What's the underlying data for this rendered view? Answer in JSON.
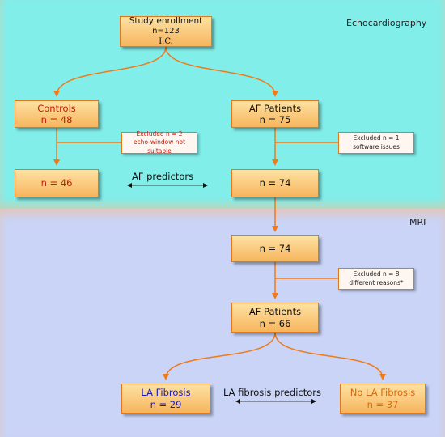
{
  "panels": {
    "echo_label": "Echocardiography",
    "mri_label": "MRI"
  },
  "enrollment": {
    "line1": "Study enrollment",
    "line2": "n=123",
    "line3": "I.C."
  },
  "controls": {
    "title": "Controls",
    "count": "n = 48"
  },
  "af_patients_echo": {
    "title": "AF Patients",
    "count": "n = 75"
  },
  "excluded_controls": {
    "line1": "Excluded n = 2",
    "line2": "echo-window not suitable"
  },
  "excluded_af": {
    "line1": "Excluded n = 1",
    "line2": "software issues"
  },
  "controls_final": {
    "count": "n = 46"
  },
  "af_final_echo": {
    "count": "n = 74"
  },
  "af_predictors": "AF predictors",
  "mri_entry": {
    "count": "n = 74"
  },
  "excluded_mri": {
    "line1": "Excluded n = 8",
    "line2": "different reasons*"
  },
  "af_patients_mri": {
    "title": "AF Patients",
    "count": "n = 66"
  },
  "la_fibrosis": {
    "title": "LA Fibrosis",
    "count": "n = 29"
  },
  "no_la_fibrosis": {
    "title": "No LA Fibrosis",
    "count": "n = 37"
  },
  "la_fibrosis_predictors": "LA fibrosis predictors",
  "colors": {
    "echo_background": "#82eeea",
    "mri_background": "#c9d4f7",
    "box_fill": "#f7b55e",
    "connector": "#f07a1a",
    "controls_text": "#c41a0a",
    "fibrosis_text": "#1a1ab8",
    "no_fibrosis_text": "#d66a10"
  }
}
